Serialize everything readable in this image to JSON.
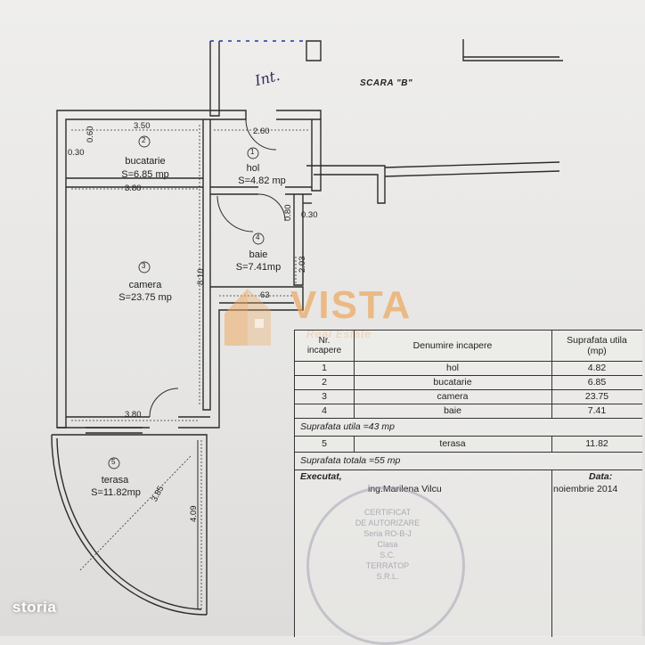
{
  "plan": {
    "stair_label": "SCARA \"B\"",
    "handwritten_note": "Int.",
    "rooms": [
      {
        "number": "2",
        "name": "bucatarie",
        "area": "S=6.85 mp"
      },
      {
        "number": "1",
        "name": "hol",
        "area": "S=4.82 mp"
      },
      {
        "number": "4",
        "name": "baie",
        "area": "S=7.41mp"
      },
      {
        "number": "3",
        "name": "camera",
        "area": "S=23.75 mp"
      },
      {
        "number": "5",
        "name": "terasa",
        "area": "S=11.82mp"
      }
    ],
    "dimensions": {
      "kitchen_width": "3.50",
      "kitchen_left_a": "0.60",
      "kitchen_left_b": "0.30",
      "hall_width": "2.60",
      "camera_top_width": "3.80",
      "camera_height": "8.10",
      "bath_wall_a": "0.80",
      "bath_wall_b": "0.30",
      "bath_height": "2.03",
      "bath_bottom": "63",
      "camera_bottom_width": "3.80",
      "terrace_radius": "3.85",
      "terrace_height": "4.09"
    }
  },
  "table": {
    "headers": {
      "nr": "Nr.",
      "nr2": "incapere",
      "name": "Denumire incapere",
      "area": "Suprafata utila",
      "area_unit": "(mp)"
    },
    "rows": [
      {
        "nr": "1",
        "name": "hol",
        "area": "4.82"
      },
      {
        "nr": "2",
        "name": "bucatarie",
        "area": "6.85"
      },
      {
        "nr": "3",
        "name": "camera",
        "area": "23.75"
      },
      {
        "nr": "4",
        "name": "baie",
        "area": "7.41"
      }
    ],
    "useful_total": "Suprafata utila =43 mp",
    "terrace_row": {
      "nr": "5",
      "name": "terasa",
      "area": "11.82"
    },
    "grand_total": "Suprafata totala =55 mp",
    "executed_label": "Executat,",
    "date_label": "Data:",
    "engineer": "ing.Marilena Vilcu",
    "date": "noiembrie 2014"
  },
  "stamp": {
    "lines": [
      "CERTIFICAT",
      "DE AUTORIZARE",
      "Seria RO-B-J",
      "Clasa",
      "S.C.",
      "TERRATOP",
      "S.R.L."
    ]
  },
  "watermark": {
    "brand": "VISTA",
    "sub": "Real Estate"
  },
  "site_logo": "storia"
}
